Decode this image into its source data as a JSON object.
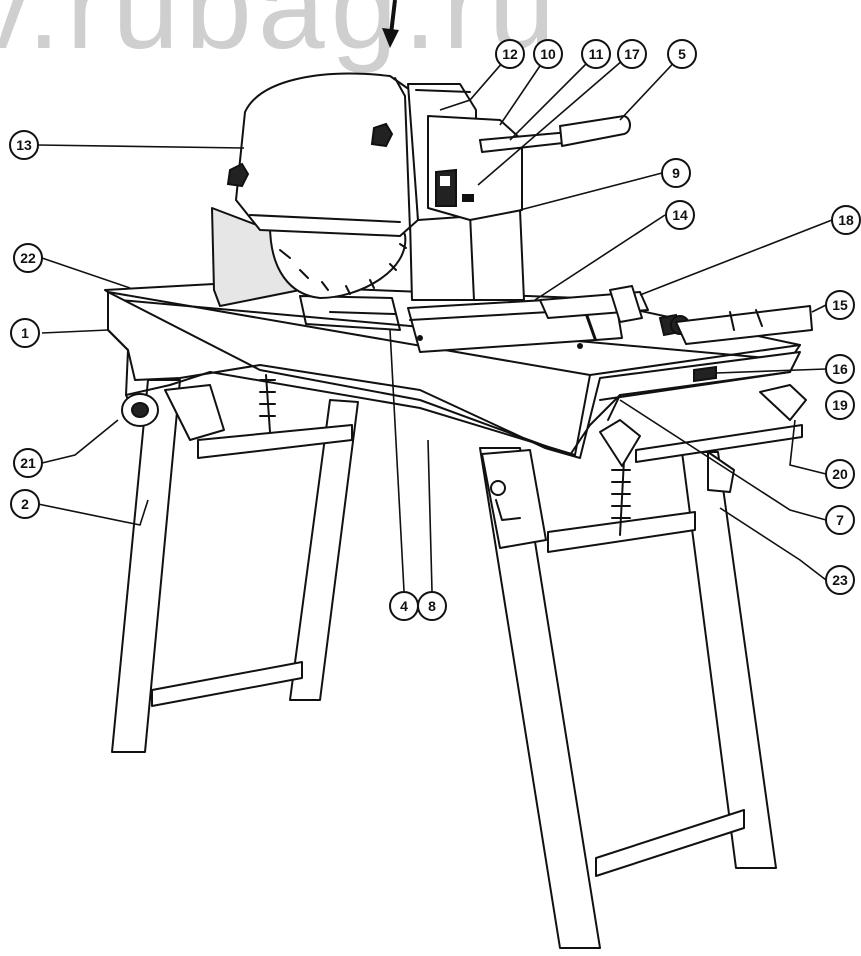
{
  "watermark": "v.rubag.ru",
  "callouts": [
    {
      "id": "c1",
      "label": "1"
    },
    {
      "id": "c2",
      "label": "2"
    },
    {
      "id": "c4",
      "label": "4"
    },
    {
      "id": "c5",
      "label": "5"
    },
    {
      "id": "c7",
      "label": "7"
    },
    {
      "id": "c8",
      "label": "8"
    },
    {
      "id": "c9",
      "label": "9"
    },
    {
      "id": "c10",
      "label": "10"
    },
    {
      "id": "c11",
      "label": "11"
    },
    {
      "id": "c12",
      "label": "12"
    },
    {
      "id": "c13",
      "label": "13"
    },
    {
      "id": "c14",
      "label": "14"
    },
    {
      "id": "c15",
      "label": "15"
    },
    {
      "id": "c16",
      "label": "16"
    },
    {
      "id": "c17",
      "label": "17"
    },
    {
      "id": "c18",
      "label": "18"
    },
    {
      "id": "c19",
      "label": "19"
    },
    {
      "id": "c20",
      "label": "20"
    },
    {
      "id": "c21",
      "label": "21"
    },
    {
      "id": "c22",
      "label": "22"
    },
    {
      "id": "c23",
      "label": "23"
    }
  ]
}
